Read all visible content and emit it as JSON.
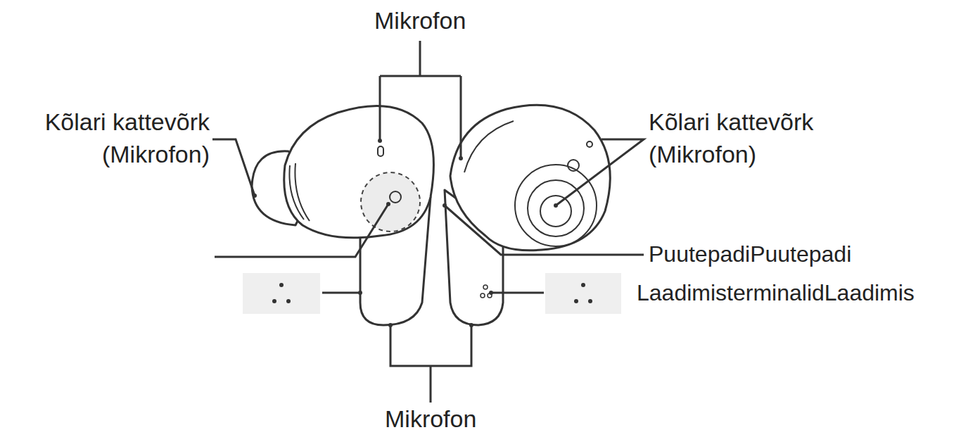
{
  "diagram": {
    "labels": [
      "Mikrofon",
      "Kõlari kattevõrk (Mikrofon)",
      "Kõlari kattevõrk (Mikrofon)",
      "PuutepadiPuutepadi",
      "LaadimisterminalidLaadimis",
      "Mikrofon"
    ]
  }
}
